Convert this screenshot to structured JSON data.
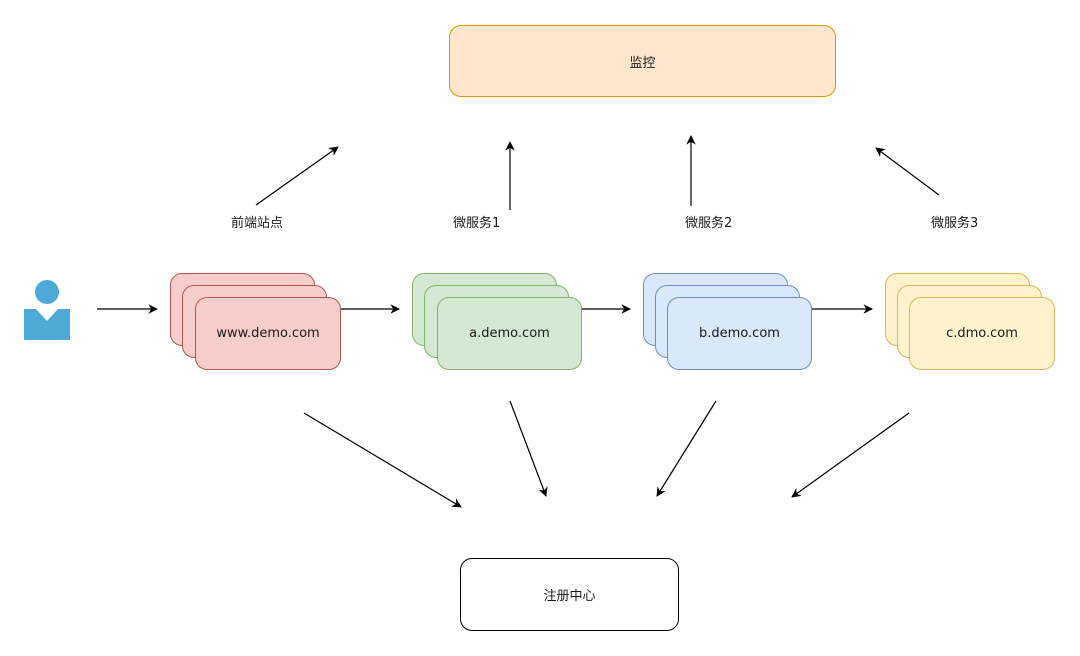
{
  "nodes": {
    "monitor": {
      "label": "监控",
      "fill": "#ffe6cc",
      "stroke": "#d79b00"
    },
    "registry": {
      "label": "注册中心",
      "fill": "#ffffff",
      "stroke": "#000000"
    },
    "frontend": {
      "label": "www.demo.com",
      "fill": "#f8cecc",
      "stroke": "#b85450"
    },
    "service_a": {
      "label": "a.demo.com",
      "fill": "#d5e8d4",
      "stroke": "#82b366"
    },
    "service_b": {
      "label": "b.demo.com",
      "fill": "#dae8fc",
      "stroke": "#6c8ebf"
    },
    "service_c": {
      "label": "c.dmo.com",
      "fill": "#fff2cc",
      "stroke": "#d6b656"
    }
  },
  "labels": {
    "frontend_site": "前端站点",
    "service_1": "微服务1",
    "service_2": "微服务2",
    "service_3": "微服务3"
  },
  "icons": {
    "user": {
      "name": "user-icon",
      "color": "#4ea9d6"
    }
  }
}
